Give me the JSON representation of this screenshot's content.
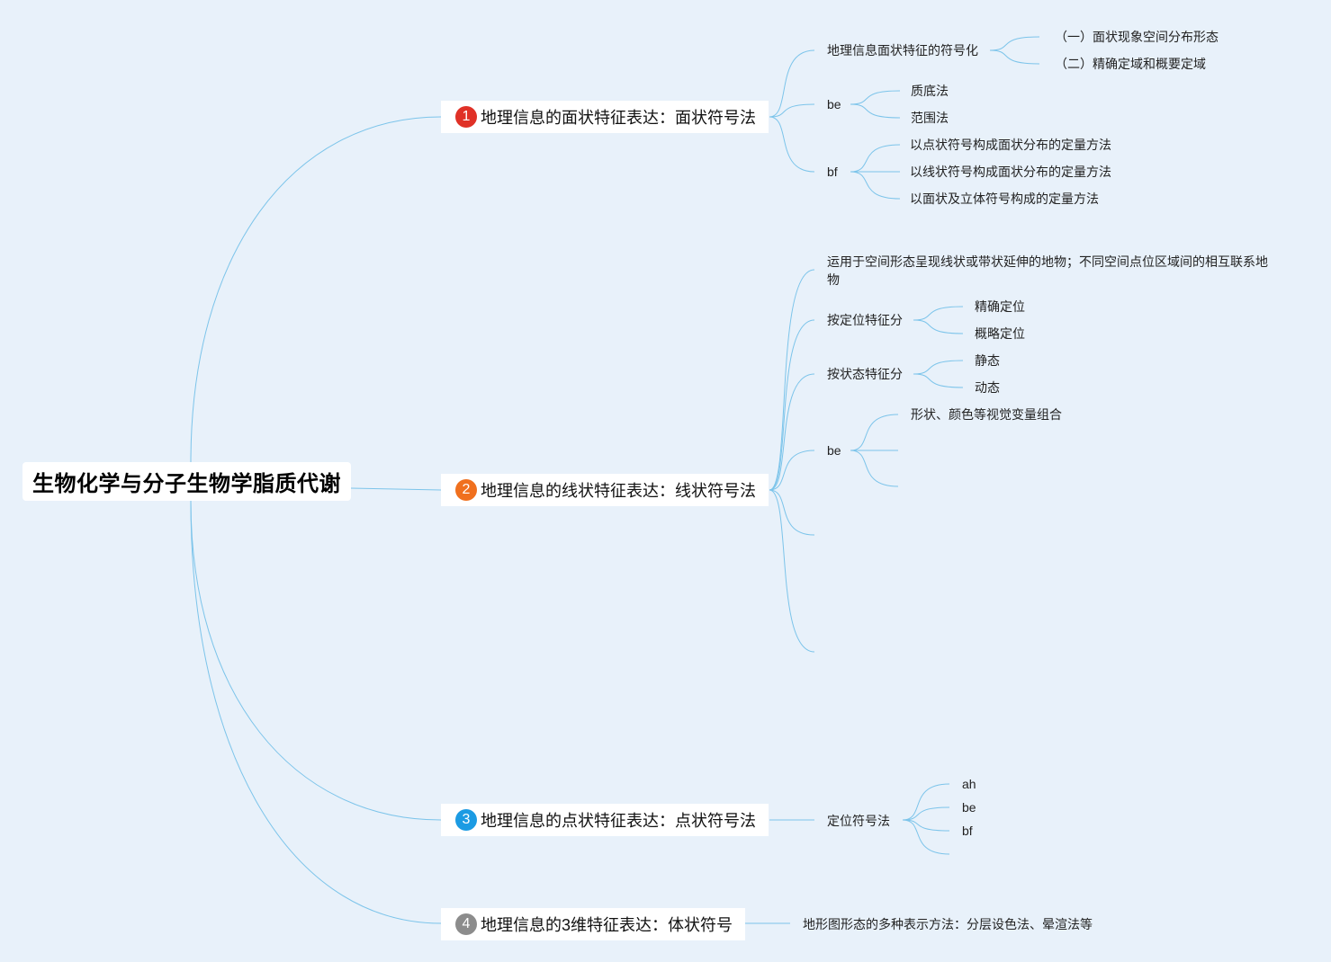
{
  "colors": {
    "background": "#e8f1fa",
    "line": "#7cc4ea",
    "badge_1": "#e03127",
    "badge_2": "#f0701e",
    "badge_3": "#1c9be3",
    "badge_4": "#8c8c8c"
  },
  "root": {
    "label": "生物化学与分子生物学脂质代谢"
  },
  "branches": [
    {
      "number": "1",
      "label": "地理信息的面状特征表达：面状符号法",
      "children": [
        {
          "label": "地理信息面状特征的符号化",
          "children": [
            "（一）面状现象空间分布形态",
            "（二）精确定域和概要定域"
          ]
        },
        {
          "label": "be",
          "children": [
            "质底法",
            "范围法"
          ]
        },
        {
          "label": "bf",
          "children": [
            "以点状符号构成面状分布的定量方法",
            "以线状符号构成面状分布的定量方法",
            "以面状及立体符号构成的定量方法"
          ]
        }
      ]
    },
    {
      "number": "2",
      "label": "地理信息的线状特征表达：线状符号法",
      "children": [
        {
          "label": "运用于空间形态呈现线状或带状延伸的地物；不同空间点位区域间的相互联系地物"
        },
        {
          "label": "按定位特征分",
          "children": [
            "精确定位",
            "概略定位"
          ]
        },
        {
          "label": "按状态特征分",
          "children": [
            "静态",
            "动态"
          ]
        },
        {
          "label": "be",
          "children": [
            "形状、颜色等视觉变量组合"
          ]
        }
      ]
    },
    {
      "number": "3",
      "label": "地理信息的点状特征表达：点状符号法",
      "children": [
        {
          "label": "定位符号法",
          "children": [
            "ah",
            "be",
            "bf"
          ]
        }
      ]
    },
    {
      "number": "4",
      "label": "地理信息的3维特征表达：体状符号",
      "children": [
        {
          "label": "地形图形态的多种表示方法：分层设色法、晕渲法等"
        }
      ]
    }
  ]
}
